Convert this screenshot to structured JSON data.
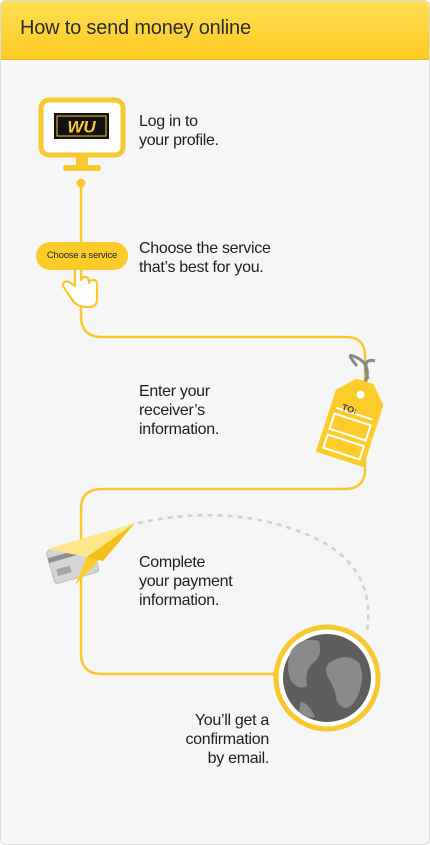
{
  "header": {
    "title": "How to send money online"
  },
  "logo": {
    "text": "WU"
  },
  "choose_button": {
    "label": "Choose a service"
  },
  "tag": {
    "label": "TO:"
  },
  "steps": [
    {
      "lines": [
        "Log in to",
        "your profile."
      ]
    },
    {
      "lines": [
        "Choose the service",
        "that’s best for you."
      ]
    },
    {
      "lines": [
        "Enter your",
        "receiver’s",
        "information."
      ]
    },
    {
      "lines": [
        "Complete",
        "your payment",
        "information."
      ]
    },
    {
      "lines": [
        "You’ll get a",
        "confirmation",
        "by email."
      ]
    }
  ],
  "colors": {
    "accent": "#fccd2a",
    "line": "#f7c92e",
    "dash": "#cfcfd4",
    "text": "#1e1e1e"
  },
  "icons": [
    "monitor-icon",
    "pointer-hand-icon",
    "luggage-tag-icon",
    "credit-card-icon",
    "paper-plane-icon",
    "globe-icon"
  ]
}
